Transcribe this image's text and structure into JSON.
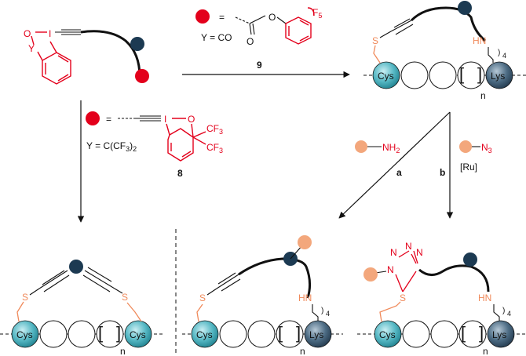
{
  "reagents": {
    "iodo_O": "O",
    "iodo_I": "I",
    "iodo_Y": "Y",
    "top_eq": "=",
    "top_O_ester": "O",
    "top_O_carbonyl": "O",
    "top_F5": "F",
    "top_F5_sub": "5",
    "top_Y": "Y = CO",
    "reagent_9": "9",
    "left_eq": "=",
    "left_I": "I",
    "left_O": "O",
    "left_CF3_a": "CF",
    "left_CF3_a_sub": "3",
    "left_CF3_b": "CF",
    "left_CF3_b_sub": "3",
    "left_Y_text": "Y = C(CF",
    "left_Y_sub1": "3",
    "left_Y_close": ")",
    "left_Y_sub2": "2",
    "reagent_8": "8"
  },
  "paths": {
    "a_label": "a",
    "b_label": "b",
    "amine": "NH",
    "amine_sub": "2",
    "azide": "N",
    "azide_sub": "3",
    "catalyst": "[Ru]"
  },
  "peptides": {
    "cys": "Cys",
    "lys": "Lys",
    "n": "n",
    "S": "S",
    "HN": "HN",
    "sub4": "4",
    "N": "N"
  }
}
